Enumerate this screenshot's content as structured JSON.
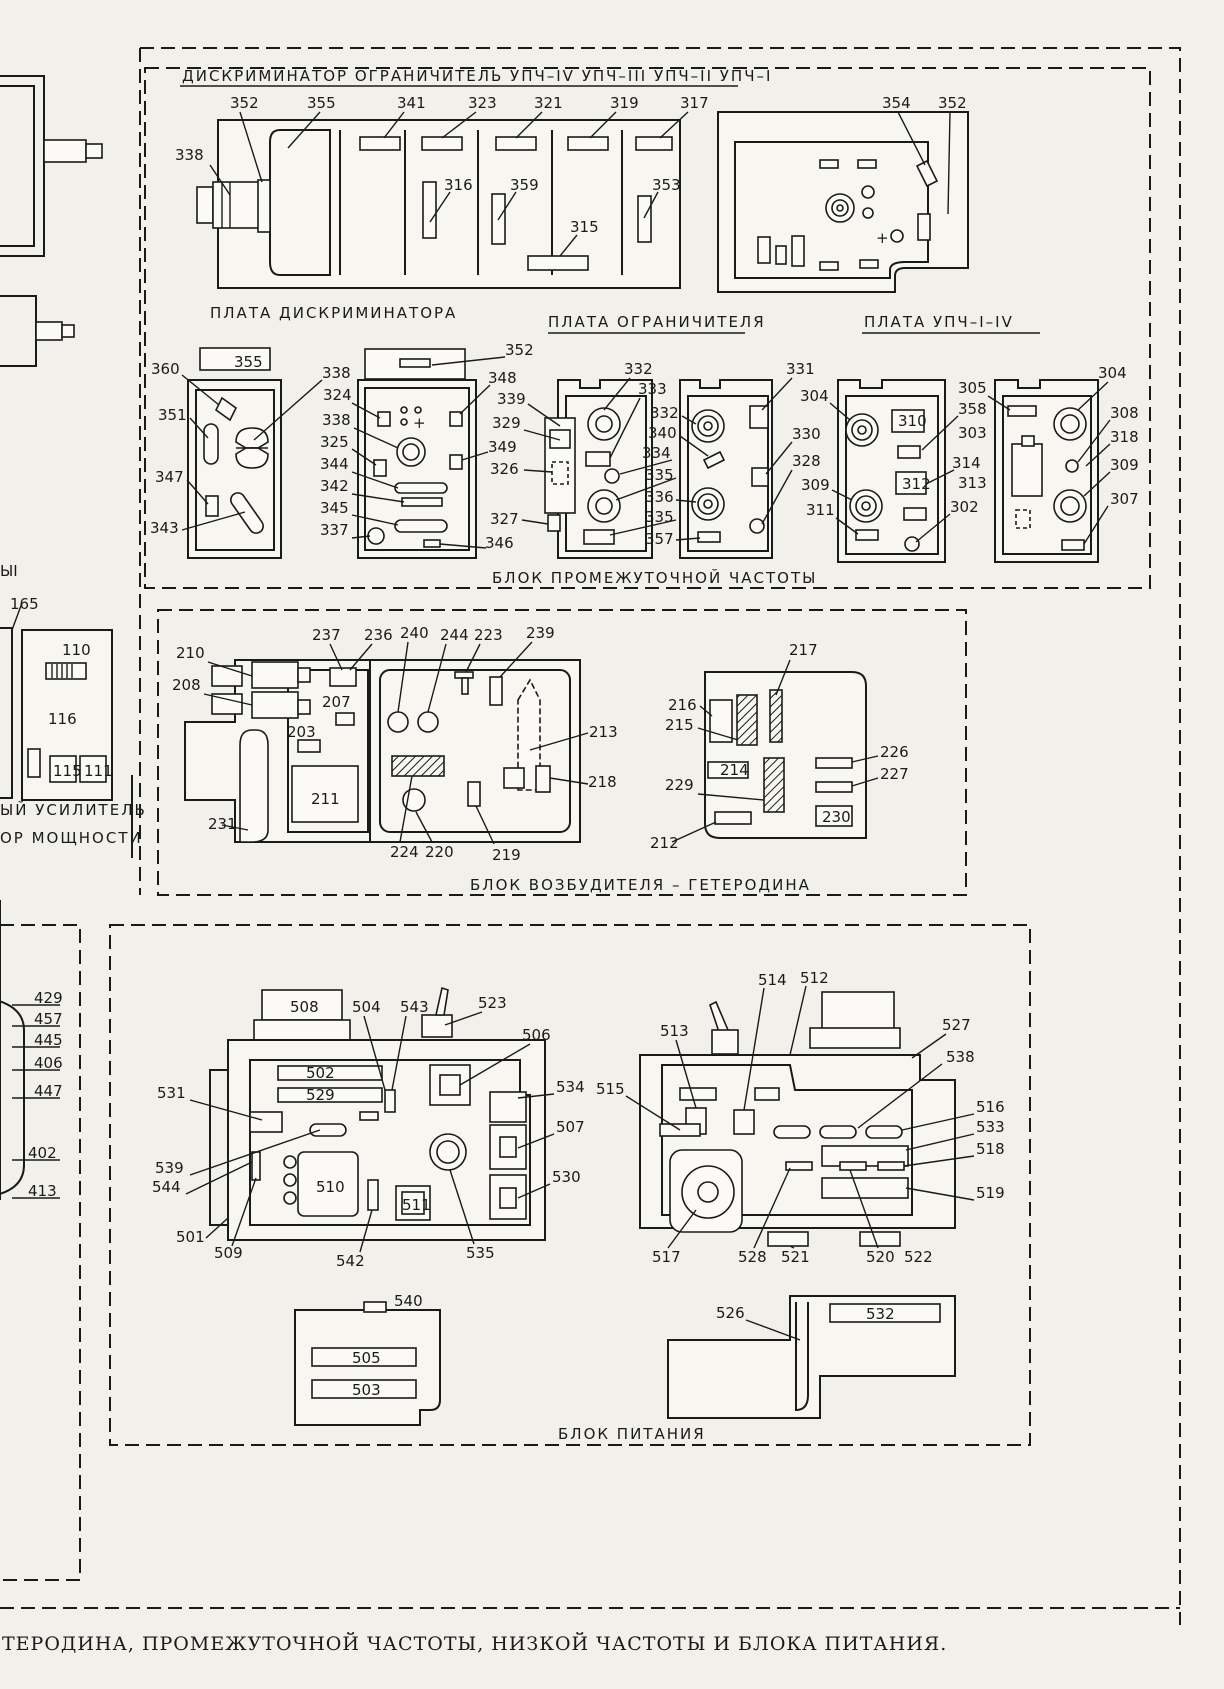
{
  "figure": {
    "headers": {
      "top_strip": "ДИСКРИМИНАТОР  ОГРАНИЧИТЕЛЬ  УПЧ–IV  УПЧ–III  УПЧ–II  УПЧ–I",
      "plate_discr": "ПЛАТА  ДИСКРИМИНАТОРА",
      "plate_limiter": "ПЛАТА  ОГРАНИЧИТЕЛЯ",
      "plate_upch": "ПЛАТА  УПЧ–I–IV",
      "block_if": "БЛОК  ПРОМЕЖУТОЧНОЙ  ЧАСТОТЫ",
      "block_exciter": "БЛОК  ВОЗБУДИТЕЛЯ  –  ГЕТЕРОДИНА",
      "block_power": "БЛОК  ПИТАНИЯ",
      "left_amp_1": "ЫЙ  УСИЛИТЕЛЬ",
      "left_amp_2": "ОР  МОЩНОСТИ",
      "left_frag": "ЫI"
    },
    "caption": "ТЕРОДИНА,  ПРОМЕЖУТОЧНОЙ  ЧАСТОТЫ,   НИЗКОЙ  ЧАСТОТЫ  И  БЛОКА  ПИТАНИЯ."
  },
  "labels": {
    "if_top": [
      "338",
      "352",
      "355",
      "341",
      "323",
      "321",
      "319",
      "317",
      "316",
      "359",
      "353",
      "315",
      "354",
      "352"
    ],
    "if_bottom": [
      "355",
      "352",
      "360",
      "338",
      "351",
      "347",
      "343",
      "324",
      "338",
      "325",
      "344",
      "342",
      "345",
      "337",
      "348",
      "349",
      "346",
      "339",
      "329",
      "326",
      "327",
      "332",
      "333",
      "332",
      "340",
      "334",
      "335",
      "336",
      "335",
      "357",
      "331",
      "330",
      "328",
      "304",
      "309",
      "311",
      "310",
      "358",
      "303",
      "312",
      "314",
      "313",
      "302",
      "305",
      "304",
      "308",
      "318",
      "309",
      "307"
    ],
    "exciter": [
      "210",
      "208",
      "237",
      "236",
      "207",
      "203",
      "211",
      "231",
      "240",
      "244",
      "223",
      "239",
      "213",
      "218",
      "224",
      "220",
      "219",
      "217",
      "216",
      "215",
      "214",
      "229",
      "212",
      "226",
      "227",
      "230"
    ],
    "left": [
      "165",
      "110",
      "116",
      "115",
      "111",
      "429",
      "457",
      "445",
      "406",
      "447",
      "402",
      "413"
    ],
    "power": [
      "508",
      "504",
      "543",
      "523",
      "506",
      "502",
      "529",
      "531",
      "534",
      "507",
      "539",
      "544",
      "510",
      "511",
      "530",
      "501",
      "509",
      "542",
      "535",
      "540",
      "505",
      "503",
      "514",
      "512",
      "513",
      "527",
      "538",
      "515",
      "516",
      "533",
      "518",
      "519",
      "517",
      "528",
      "521",
      "520",
      "522",
      "526",
      "532"
    ]
  }
}
